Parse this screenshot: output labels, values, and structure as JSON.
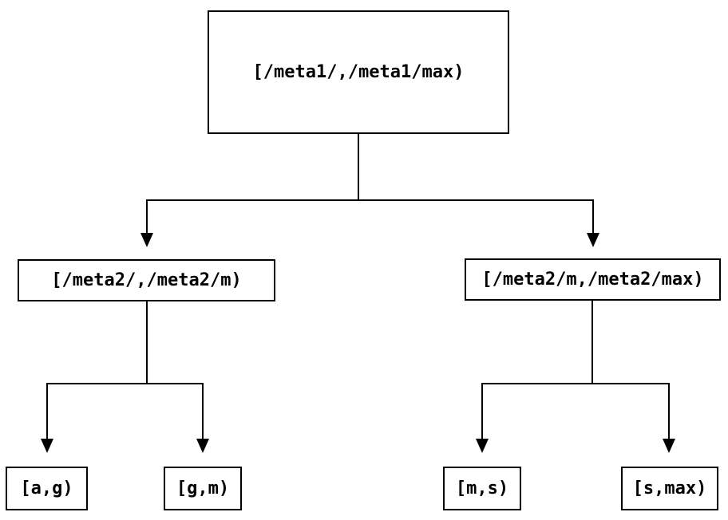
{
  "tree": {
    "root": {
      "label": "[/meta1/,/meta1/max)"
    },
    "branches": [
      {
        "label": "[/meta2/,/meta2/m)",
        "leaves": [
          {
            "label": "[a,g)"
          },
          {
            "label": "[g,m)"
          }
        ]
      },
      {
        "label": "[/meta2/m,/meta2/max)",
        "leaves": [
          {
            "label": "[m,s)"
          },
          {
            "label": "[s,max)"
          }
        ]
      }
    ]
  },
  "colors": {
    "background": "#ffffff",
    "line": "#000000",
    "box_border": "#000000",
    "text": "#000000"
  }
}
